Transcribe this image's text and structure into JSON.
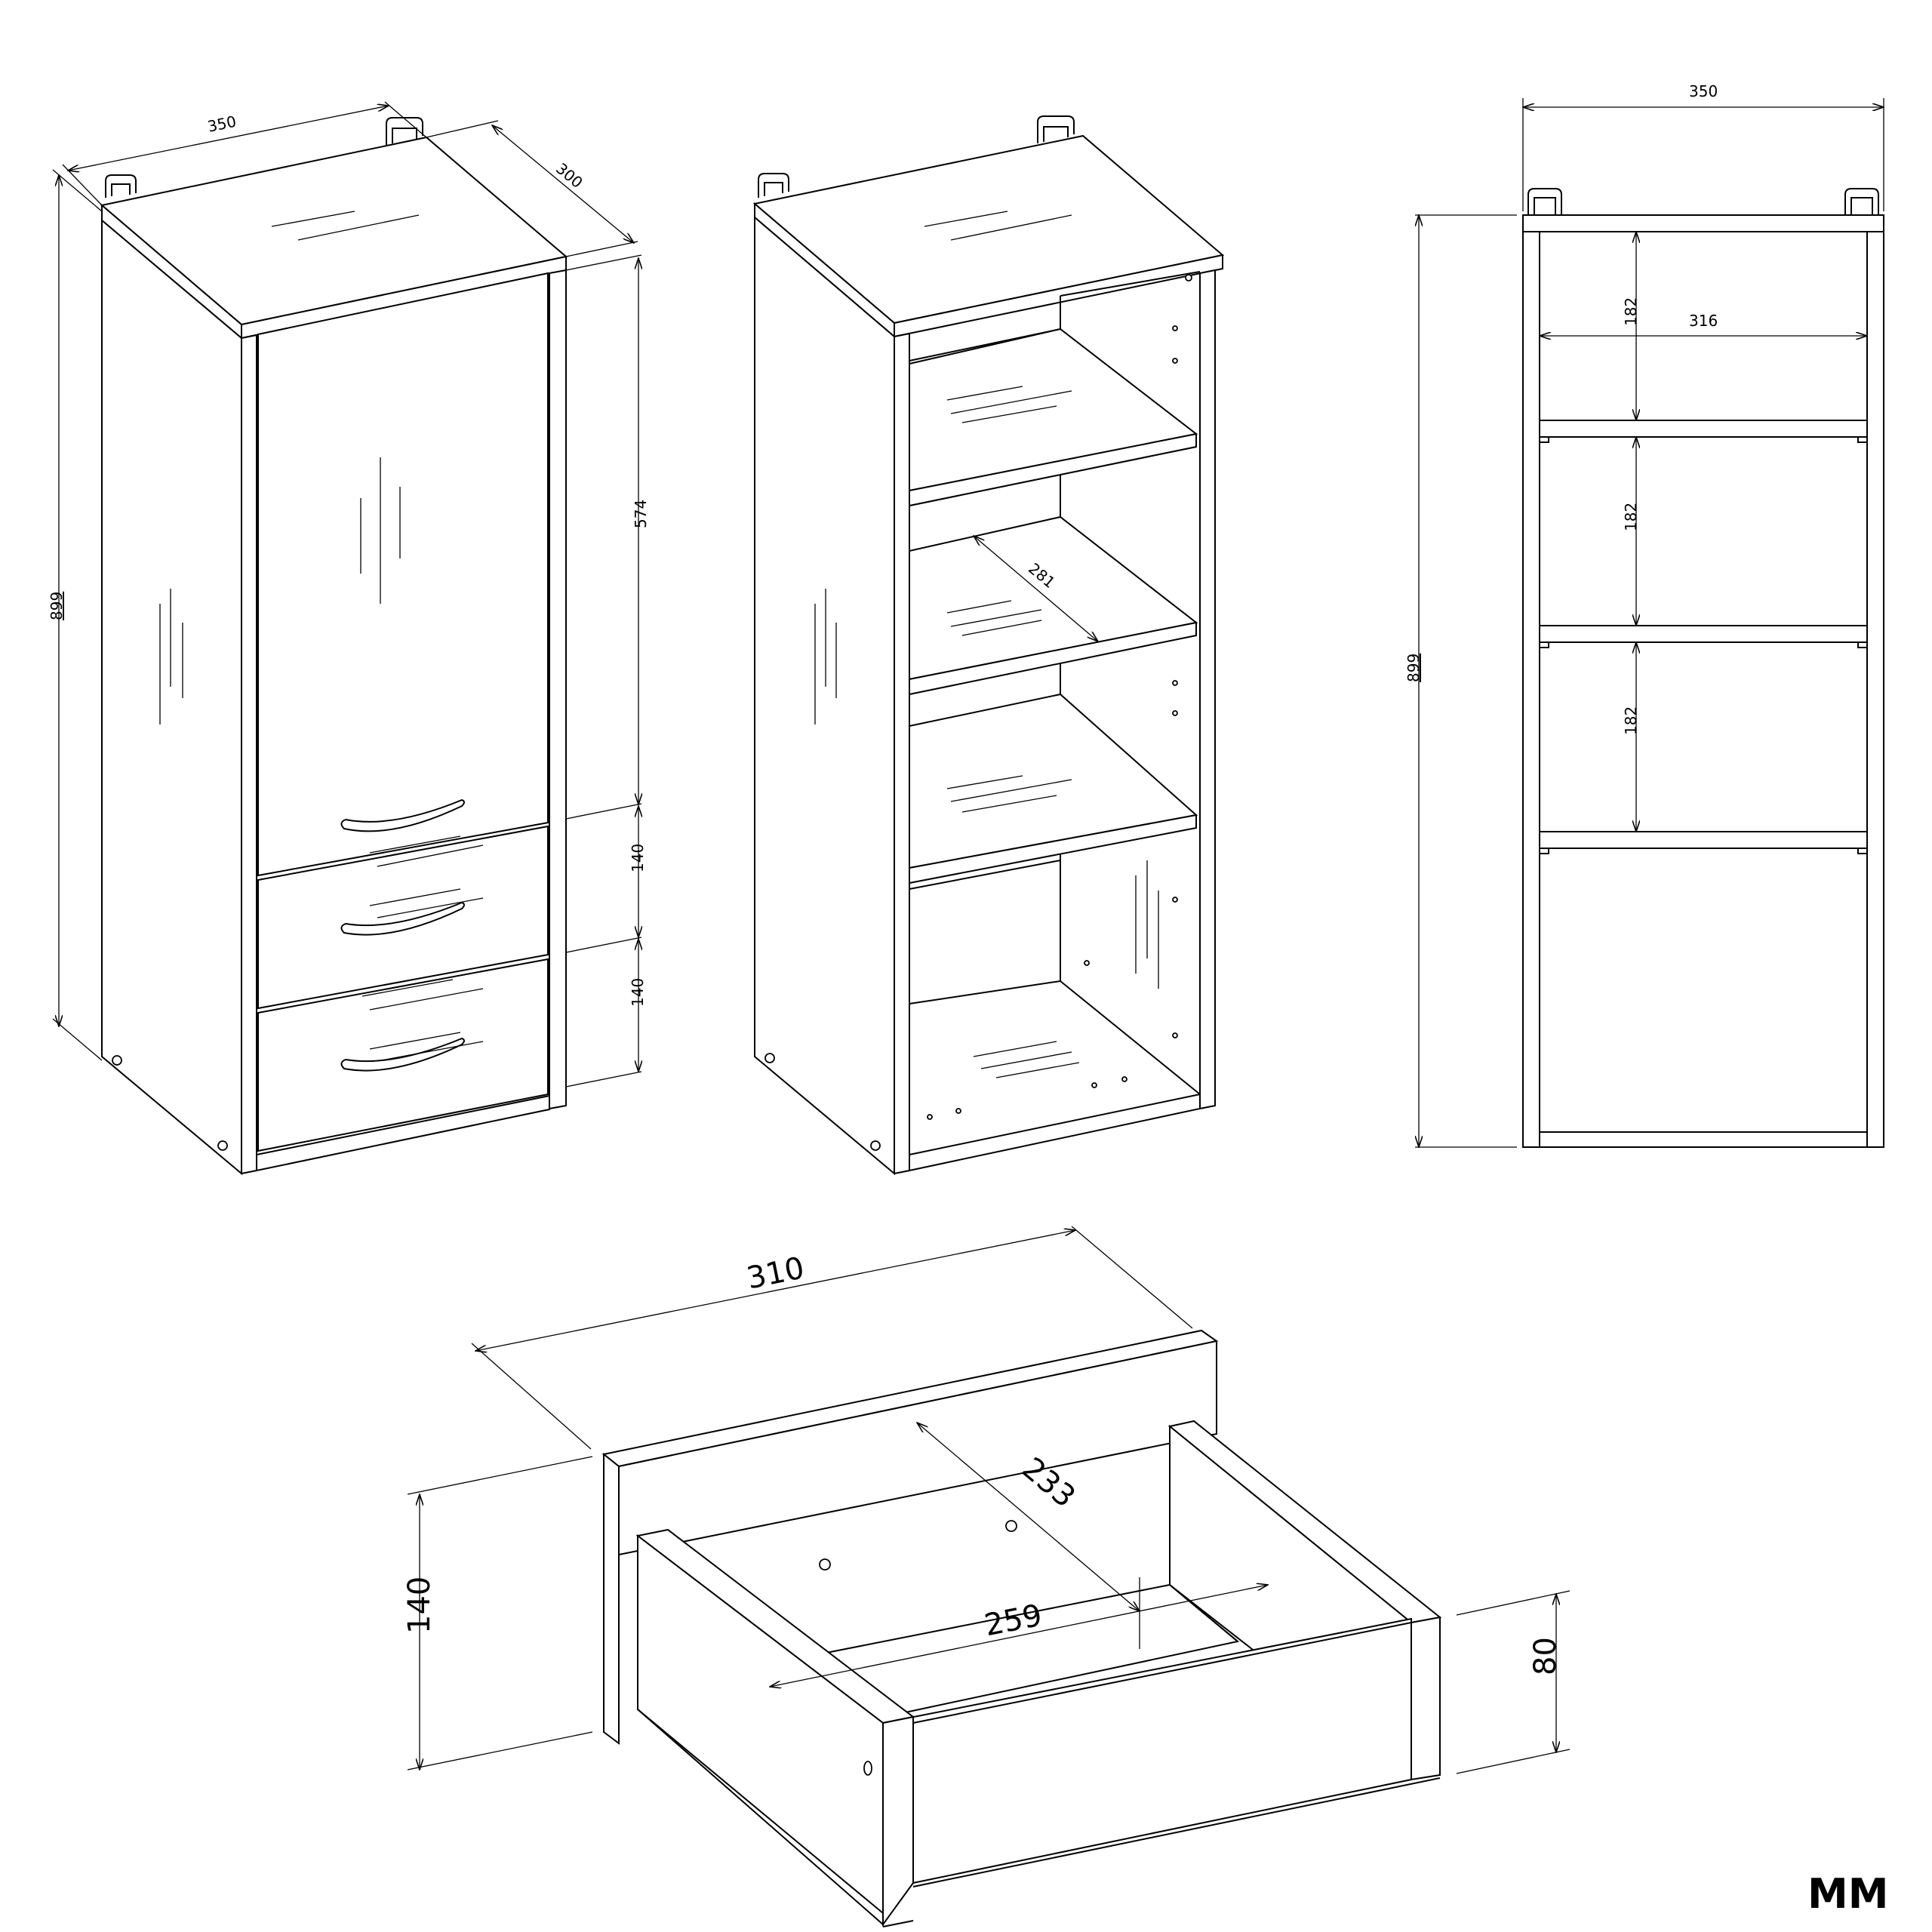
{
  "dimensions": {
    "view1": {
      "width": "350",
      "depth": "300",
      "height": "899",
      "door": "574",
      "drawer_top": "140",
      "drawer_bottom": "140"
    },
    "view2": {
      "shelf_diagonal": "281"
    },
    "view3": {
      "width": "350",
      "inner_width": "316",
      "height": "899",
      "comp1": "182",
      "comp2": "182",
      "comp3": "182"
    },
    "drawer": {
      "length": "310",
      "diagonal": "233",
      "inner_width": "259",
      "front_height": "140",
      "side_height": "80"
    }
  },
  "unit_label": "MM"
}
